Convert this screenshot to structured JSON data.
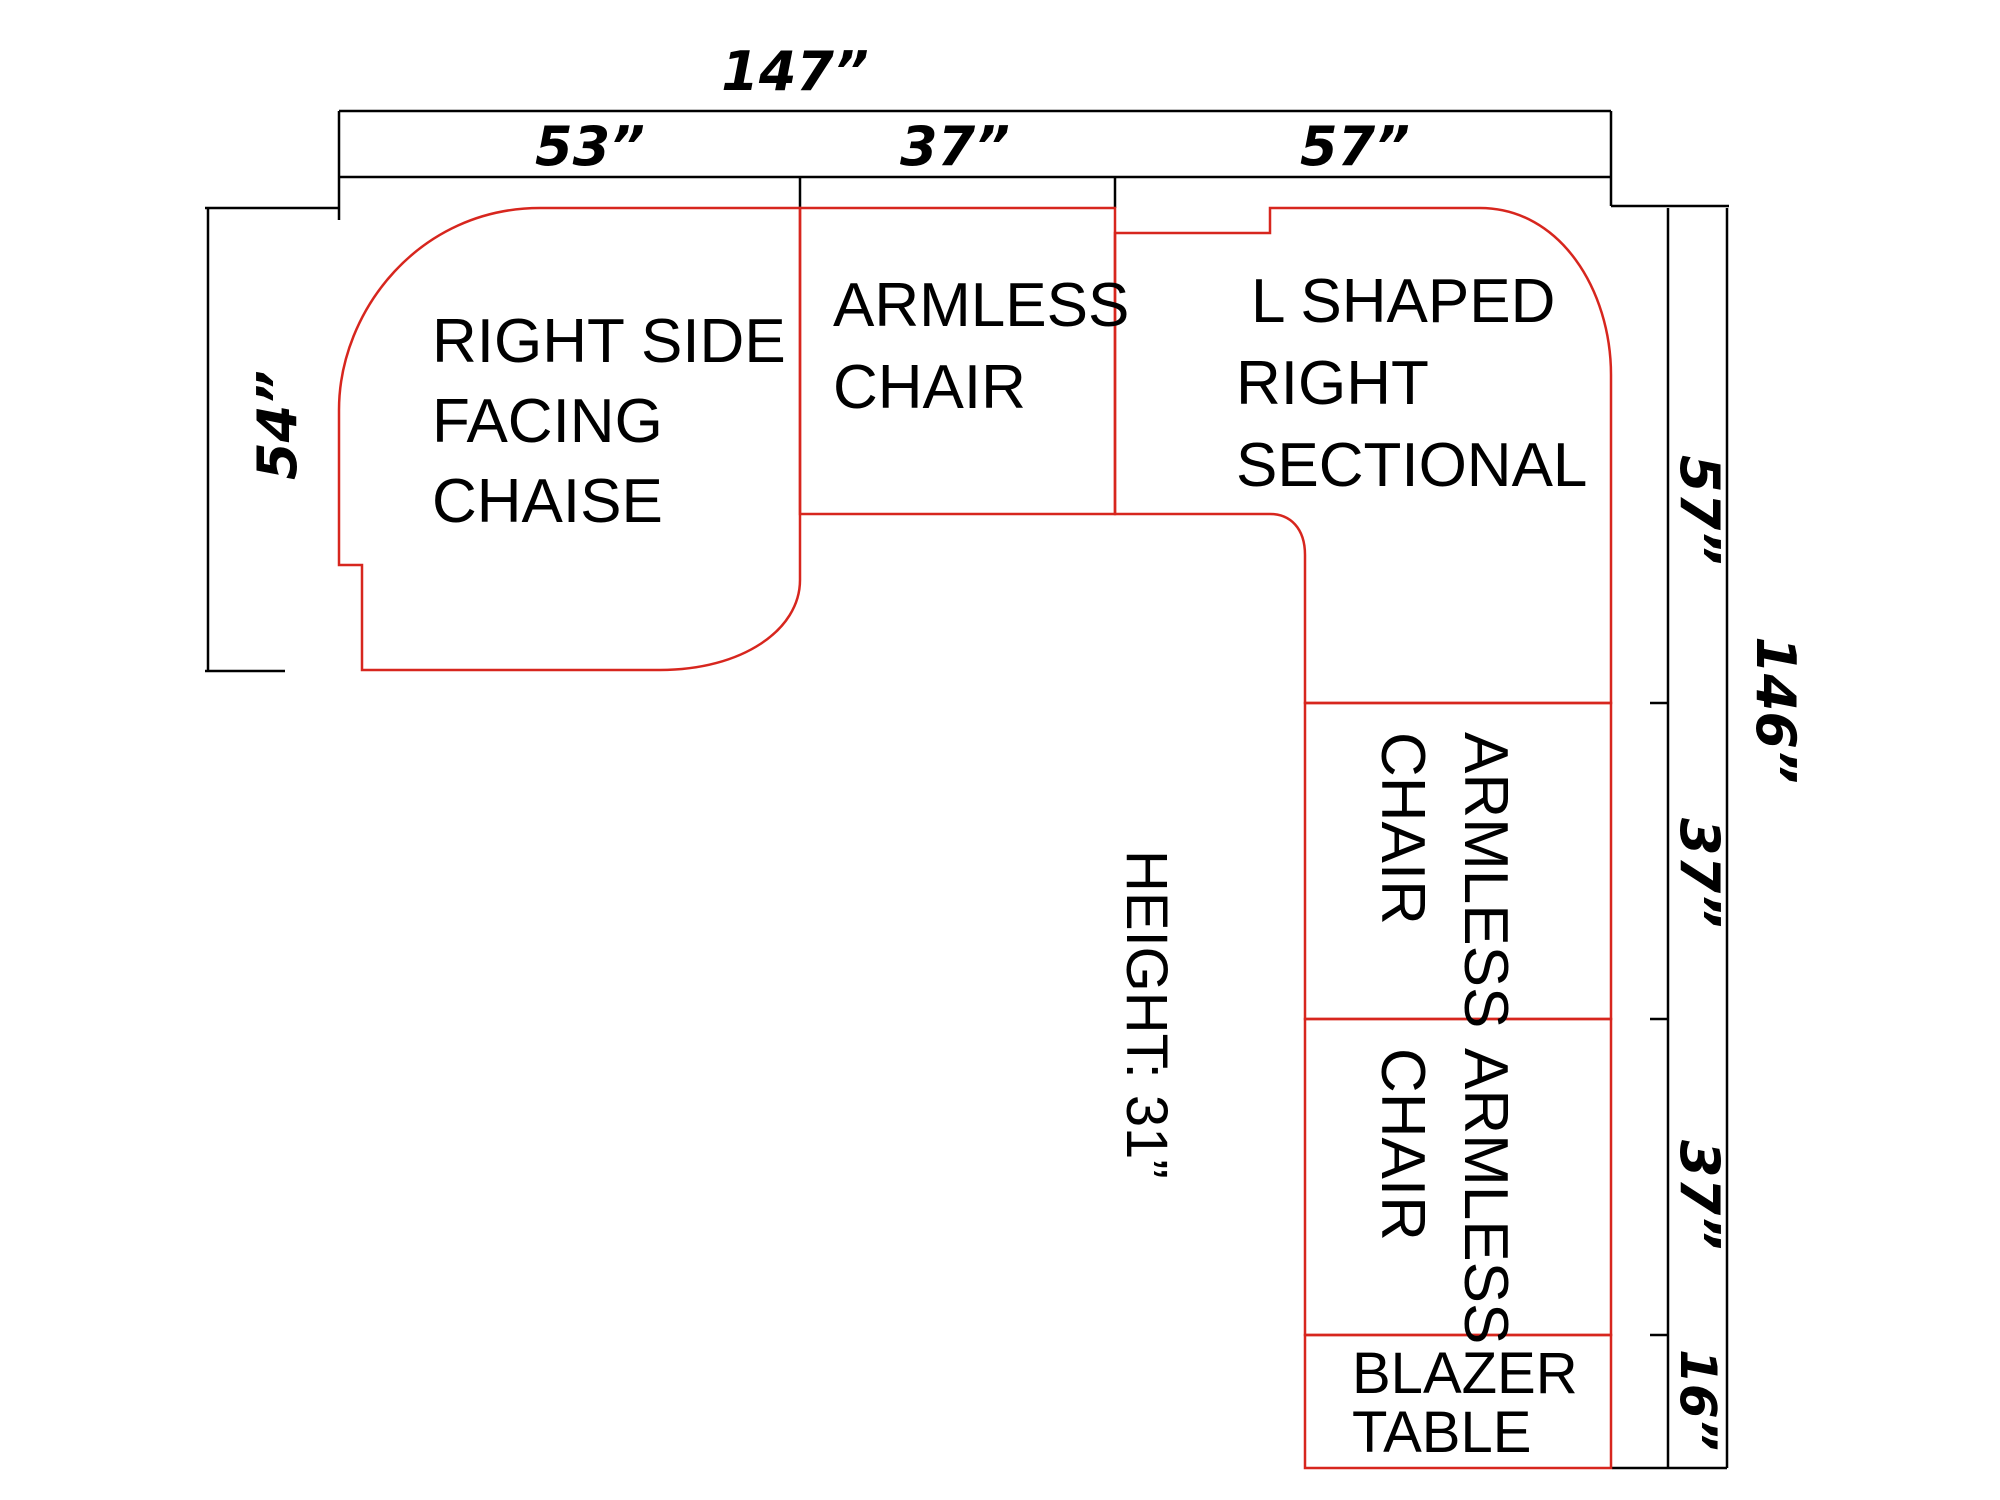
{
  "dimensions": {
    "total_width": "147”",
    "width_chaise": "53”",
    "width_armless_top": "37”",
    "width_sectional": "57”",
    "depth_chaise": "54”",
    "total_depth": "146”",
    "depth_sectional": "57”",
    "depth_armless_1": "37”",
    "depth_armless_2": "37”",
    "depth_table": "16”"
  },
  "pieces": {
    "chaise": [
      "RIGHT SIDE",
      "FACING",
      "CHAISE"
    ],
    "armless_top": [
      "ARMLESS",
      "CHAIR"
    ],
    "sectional": [
      "L SHAPED",
      "RIGHT",
      "SECTIONAL"
    ],
    "armless_right_1": [
      "ARMLESS",
      "CHAIR"
    ],
    "armless_right_2": [
      "ARMLESS",
      "CHAIR"
    ],
    "blazer_table": [
      "BLAZER",
      "TABLE"
    ]
  },
  "height_note": "HEIGHT: 31”",
  "colors": {
    "outline": "#d7261e",
    "dimension_line": "#000000"
  }
}
